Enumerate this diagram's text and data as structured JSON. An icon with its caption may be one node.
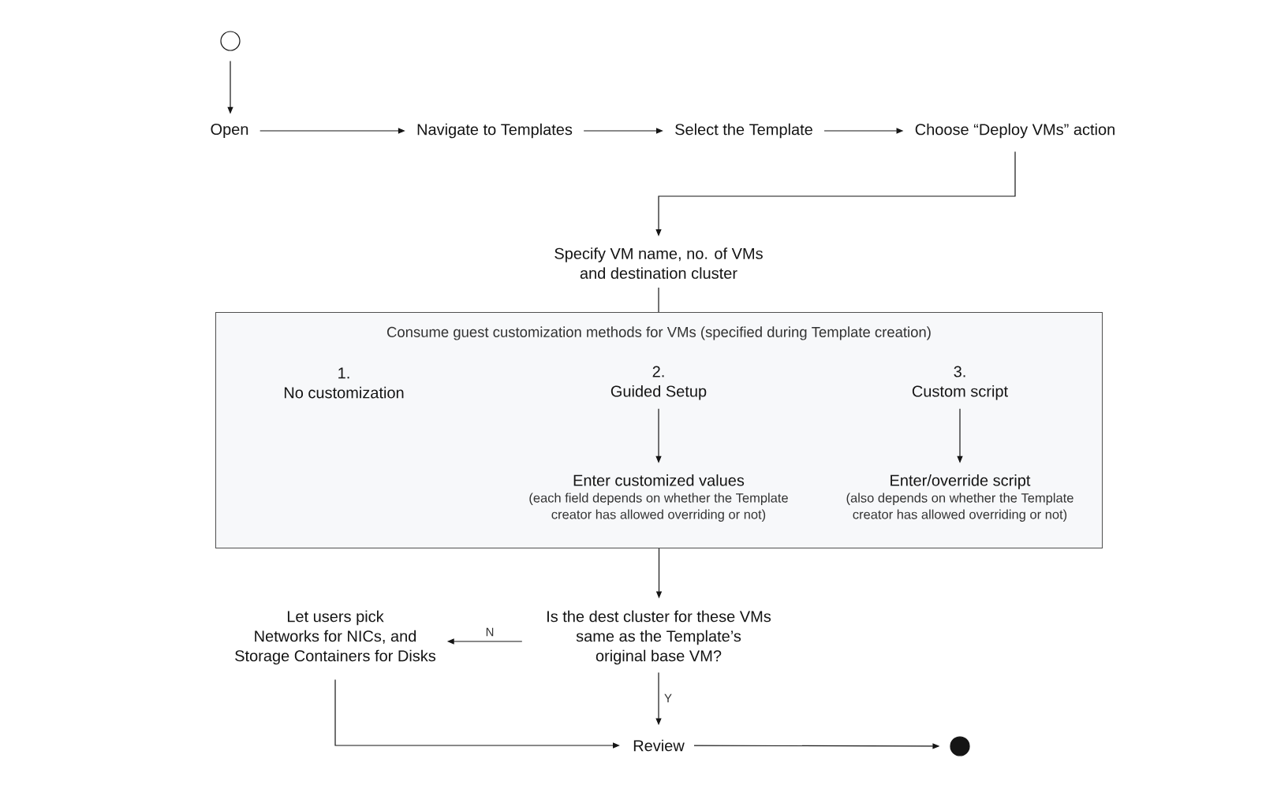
{
  "diagram": {
    "nodes": [
      {
        "text": [],
        "shape": "circle"
      },
      {
        "text": [
          "Open"
        ]
      },
      {
        "text": [
          "Navigate to Templates"
        ]
      },
      {
        "text": [
          "Select the Template"
        ]
      },
      {
        "text": [
          "Choose “Deploy VMs” action"
        ]
      },
      {
        "text": [
          "Specify VM name, no. of VMs and destination cluster"
        ]
      },
      {
        "text": [
          "Consume guest customization methods for VMs (specified during Template creation)"
        ]
      },
      {
        "text": [
          "1.",
          "No customization"
        ],
        "in": 6
      },
      {
        "text": [
          "2.",
          "Guided Setup"
        ],
        "in": 6
      },
      {
        "text": [
          "3.",
          "Custom script"
        ],
        "in": 6
      },
      {
        "text": [
          "Enter customized values",
          "(each field depends on whether the Template creator has allowed overriding or not)"
        ],
        "in": 6
      },
      {
        "text": [
          "Enter/override script",
          "(also depends on whether the Template creator has allowed overriding or not)"
        ],
        "in": 6
      },
      {
        "text": [
          "Let users pick Networks for NICs, and Storage Containers for Disks"
        ]
      },
      {
        "text": [
          "Is the dest cluster for these VMs same as the Template’s original base VM?"
        ]
      },
      {
        "text": [
          "Review"
        ]
      },
      {
        "text": [],
        "shape": "circle"
      }
    ],
    "edges": [
      {
        "from": 0,
        "to": 1,
        "arrow": "to"
      },
      {
        "from": 1,
        "to": 2,
        "arrow": "to"
      },
      {
        "from": 2,
        "to": 3,
        "arrow": "to"
      },
      {
        "from": 3,
        "to": 4,
        "arrow": "to"
      },
      {
        "from": 4,
        "to": 5,
        "arrow": "to"
      },
      {
        "from": 5,
        "to": 6,
        "arrow": "none"
      },
      {
        "from": 8,
        "to": 10,
        "arrow": "to"
      },
      {
        "from": 9,
        "to": 11,
        "arrow": "to"
      },
      {
        "from": 6,
        "to": 13,
        "arrow": "to"
      },
      {
        "from": 13,
        "to": 12,
        "arrow": "to",
        "label": "N"
      },
      {
        "from": 13,
        "to": 14,
        "arrow": "to",
        "label": "Y"
      },
      {
        "from": 12,
        "to": 14,
        "arrow": "to"
      },
      {
        "from": 14,
        "to": 15,
        "arrow": "to"
      }
    ]
  }
}
